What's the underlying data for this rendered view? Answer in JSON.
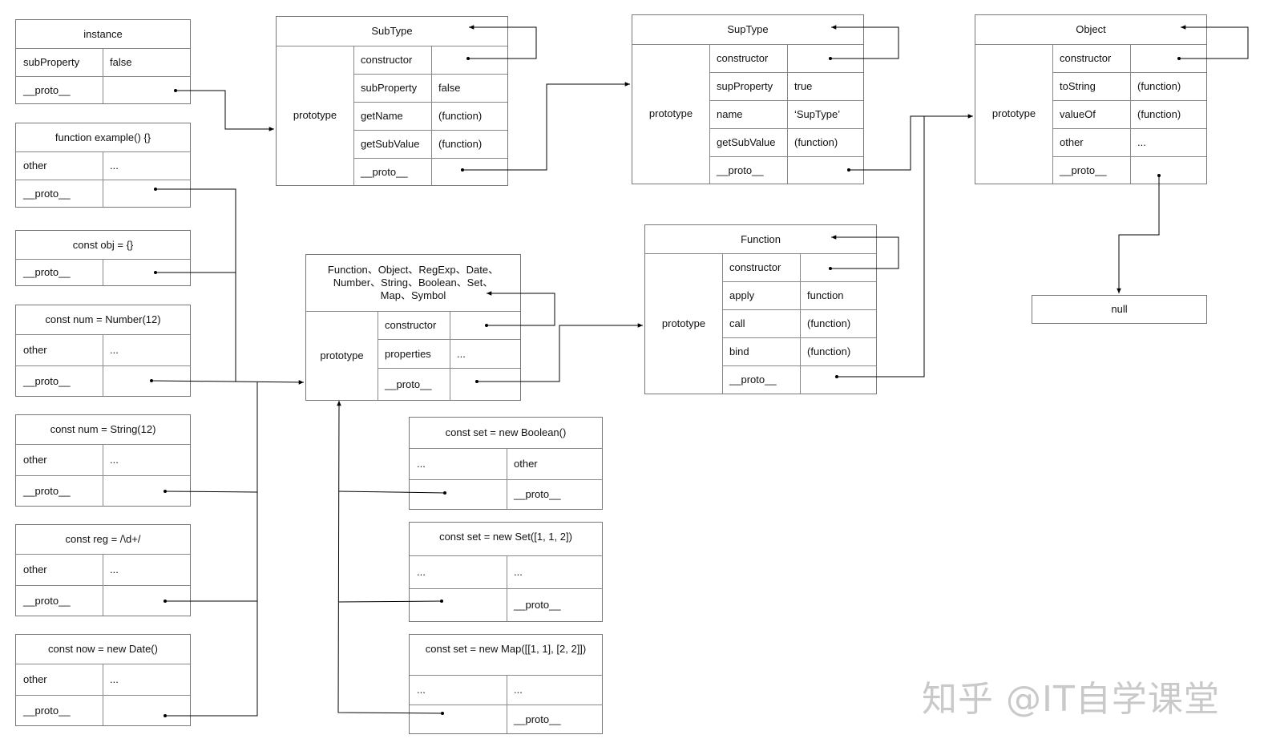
{
  "boxes": {
    "instance": {
      "title": "instance",
      "r1_key": "subProperty",
      "r1_val": "false",
      "r2_key": "__proto__"
    },
    "example": {
      "title": "function example() {}",
      "r1_key": "other",
      "r1_val": "...",
      "r2_key": "__proto__"
    },
    "obj": {
      "title": "const obj = {}",
      "r1_key": "__proto__"
    },
    "num": {
      "title": "const num = Number(12)",
      "r1_key": "other",
      "r1_val": "...",
      "r2_key": "__proto__"
    },
    "str": {
      "title": "const num = String(12)",
      "r1_key": "other",
      "r1_val": "...",
      "r2_key": "__proto__"
    },
    "reg": {
      "title": "const reg = /\\d+/",
      "r1_key": "other",
      "r1_val": "...",
      "r2_key": "__proto__"
    },
    "date": {
      "title": "const now = new Date()",
      "r1_key": "other",
      "r1_val": "...",
      "r2_key": "__proto__"
    },
    "subtype": {
      "title": "SubType",
      "proto_label": "prototype",
      "rows": [
        [
          "constructor",
          ""
        ],
        [
          "subProperty",
          "false"
        ],
        [
          "getName",
          "(function)"
        ],
        [
          "getSubValue",
          "(function)"
        ],
        [
          "__proto__",
          ""
        ]
      ]
    },
    "suptype": {
      "title": "SupType",
      "proto_label": "prototype",
      "rows": [
        [
          "constructor",
          ""
        ],
        [
          "supProperty",
          "true"
        ],
        [
          "name",
          "‘SupType’"
        ],
        [
          "getSubValue",
          "(function)"
        ],
        [
          "__proto__",
          ""
        ]
      ]
    },
    "object": {
      "title": "Object",
      "proto_label": "prototype",
      "rows": [
        [
          "constructor",
          ""
        ],
        [
          "toString",
          "(function)"
        ],
        [
          "valueOf",
          "(function)"
        ],
        [
          "other",
          "..."
        ],
        [
          "__proto__",
          ""
        ]
      ]
    },
    "builtins": {
      "title": "Function、Object、RegExp、Date、Number、String、Boolean、Set、Map、Symbol",
      "proto_label": "prototype",
      "rows": [
        [
          "constructor",
          ""
        ],
        [
          "properties",
          "..."
        ],
        [
          "__proto__",
          ""
        ]
      ]
    },
    "function": {
      "title": "Function",
      "proto_label": "prototype",
      "rows": [
        [
          "constructor",
          ""
        ],
        [
          "apply",
          "function"
        ],
        [
          "call",
          "(function)"
        ],
        [
          "bind",
          "(function)"
        ],
        [
          "__proto__",
          ""
        ]
      ]
    },
    "null": {
      "title": "null"
    },
    "boolean": {
      "title": "const set = new Boolean()",
      "r1_key": "...",
      "r1_val": "other",
      "r2_val": "__proto__"
    },
    "set": {
      "title": "const set = new Set([1, 1, 2])",
      "r1_key": "...",
      "r1_val": "...",
      "r2_val": "__proto__"
    },
    "map": {
      "title": "const set = new Map([[1, 1], [2, 2]])",
      "r1_key": "...",
      "r1_val": "...",
      "r2_val": "__proto__"
    }
  },
  "watermark": "知乎 @IT自学课堂"
}
